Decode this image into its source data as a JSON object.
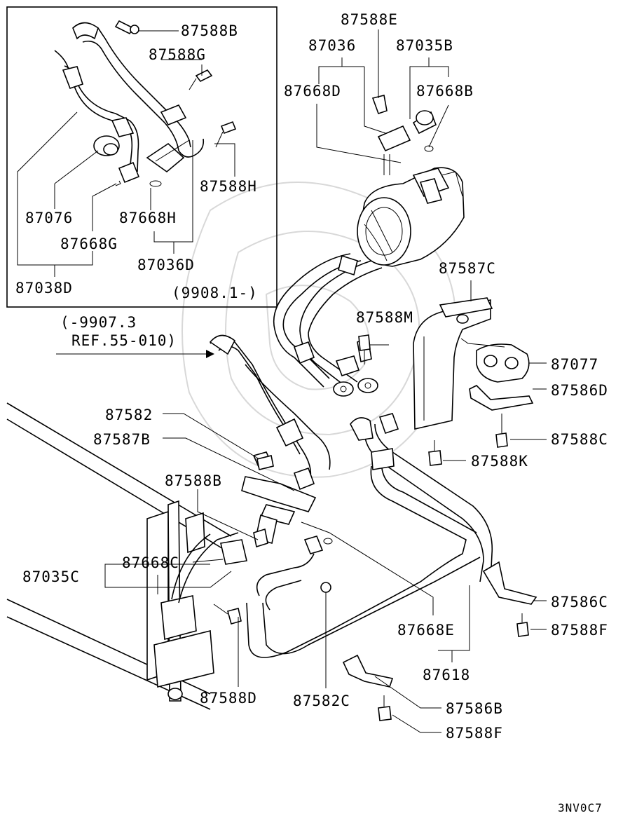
{
  "labels": {
    "l_87588B_top": "87588B",
    "l_87588G": "87588G",
    "l_87588H": "87588H",
    "l_87076": "87076",
    "l_87668H": "87668H",
    "l_87668G": "87668G",
    "l_87036D": "87036D",
    "l_87038D": "87038D",
    "l_9908": "(9908.1-)",
    "l_87588E": "87588E",
    "l_87036": "87036",
    "l_87035B": "87035B",
    "l_87668D": "87668D",
    "l_87668B": "87668B",
    "l_87587C": "87587C",
    "l_87588M": "87588M",
    "l_9907": "(-9907.3",
    "l_ref": "REF.55-010)",
    "l_87077": "87077",
    "l_87586D": "87586D",
    "l_87588C": "87588C",
    "l_87588K": "87588K",
    "l_87582": "87582",
    "l_87587B": "87587B",
    "l_87588B_mid": "87588B",
    "l_87035C": "87035C",
    "l_87668C": "87668C",
    "l_87586C": "87586C",
    "l_87588F_1": "87588F",
    "l_87668E": "87668E",
    "l_87618": "87618",
    "l_87588D": "87588D",
    "l_87582C": "87582C",
    "l_87586B": "87586B",
    "l_87588F_2": "87588F",
    "l_code": "3NV0C7"
  }
}
